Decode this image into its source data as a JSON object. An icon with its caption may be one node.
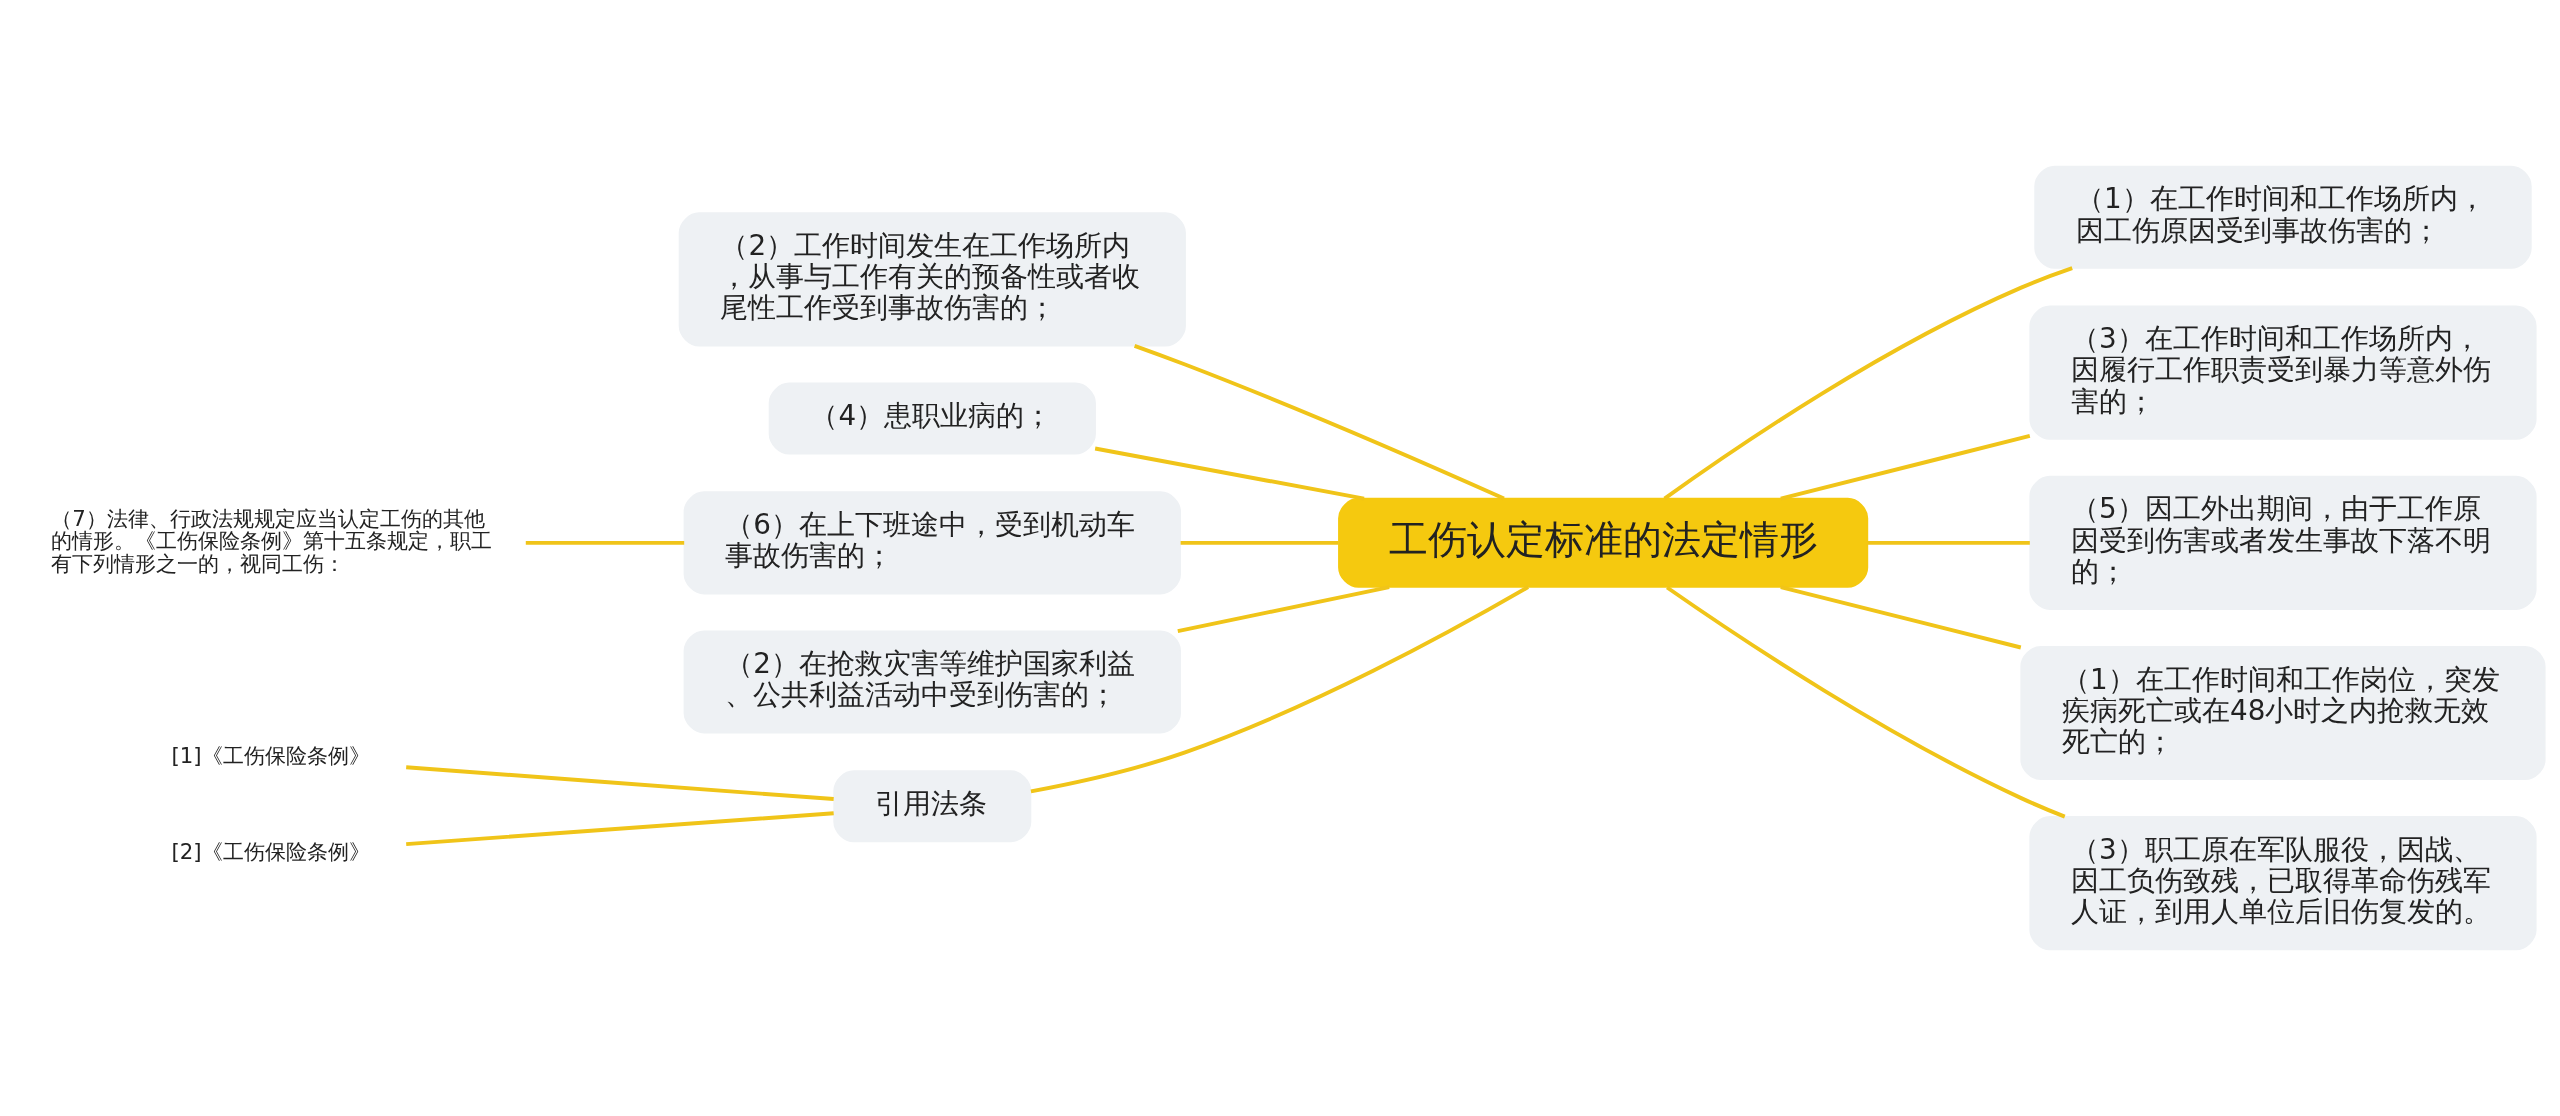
{
  "diagram": {
    "nodes": [
      {
        "text": [
          "工伤认定标准的法定情形"
        ]
      },
      {
        "text": [
          "（2）工作时间发生在工作场所内，从事与工作有关的预备性或者收尾性工作受到事故伤害的；"
        ]
      },
      {
        "text": [
          "（4）患职业病的；"
        ]
      },
      {
        "text": [
          "（6）在上下班途中，受到机动车事故伤害的；"
        ]
      },
      {
        "text": [
          "（7）法律、行政法规规定应当认定工伤的其他的情形。《工伤保险条例》第十五条规定，职工有下列情形之一的，视同工伤："
        ]
      },
      {
        "text": [
          "（2）在抢救灾害等维护国家利益、公共利益活动中受到伤害的；"
        ]
      },
      {
        "text": [
          "引用法条"
        ]
      },
      {
        "text": [
          "[1]《工伤保险条例》"
        ]
      },
      {
        "text": [
          "[2]《工伤保险条例》"
        ]
      },
      {
        "text": [
          "（1）在工作时间和工作场所内，因工伤原因受到事故伤害的；"
        ]
      },
      {
        "text": [
          "（3）在工作时间和工作场所内，因履行工作职责受到暴力等意外伤害的；"
        ]
      },
      {
        "text": [
          "（5）因工外出期间，由于工作原因受到伤害或者发生事故下落不明的；"
        ]
      },
      {
        "text": [
          "（1）在工作时间和工作岗位，突发疾病死亡或在48小时之内抢救无效死亡的；"
        ]
      },
      {
        "text": [
          "（3）职工原在军队服役，因战、因工负伤致残，已取得革命伤残军人证，到用人单位后旧伤复发的。"
        ]
      }
    ],
    "edges": [
      {
        "from": 1,
        "to": 0,
        "arrow": "none"
      },
      {
        "from": 2,
        "to": 0,
        "arrow": "none"
      },
      {
        "from": 3,
        "to": 0,
        "arrow": "none"
      },
      {
        "from": 4,
        "to": 3,
        "arrow": "none"
      },
      {
        "from": 5,
        "to": 0,
        "arrow": "none"
      },
      {
        "from": 6,
        "to": 0,
        "arrow": "none"
      },
      {
        "from": 7,
        "to": 6,
        "arrow": "none"
      },
      {
        "from": 8,
        "to": 6,
        "arrow": "none"
      },
      {
        "from": 0,
        "to": 9,
        "arrow": "none"
      },
      {
        "from": 0,
        "to": 10,
        "arrow": "none"
      },
      {
        "from": 0,
        "to": 11,
        "arrow": "none"
      },
      {
        "from": 0,
        "to": 12,
        "arrow": "none"
      },
      {
        "from": 0,
        "to": 13,
        "arrow": "none"
      }
    ]
  }
}
